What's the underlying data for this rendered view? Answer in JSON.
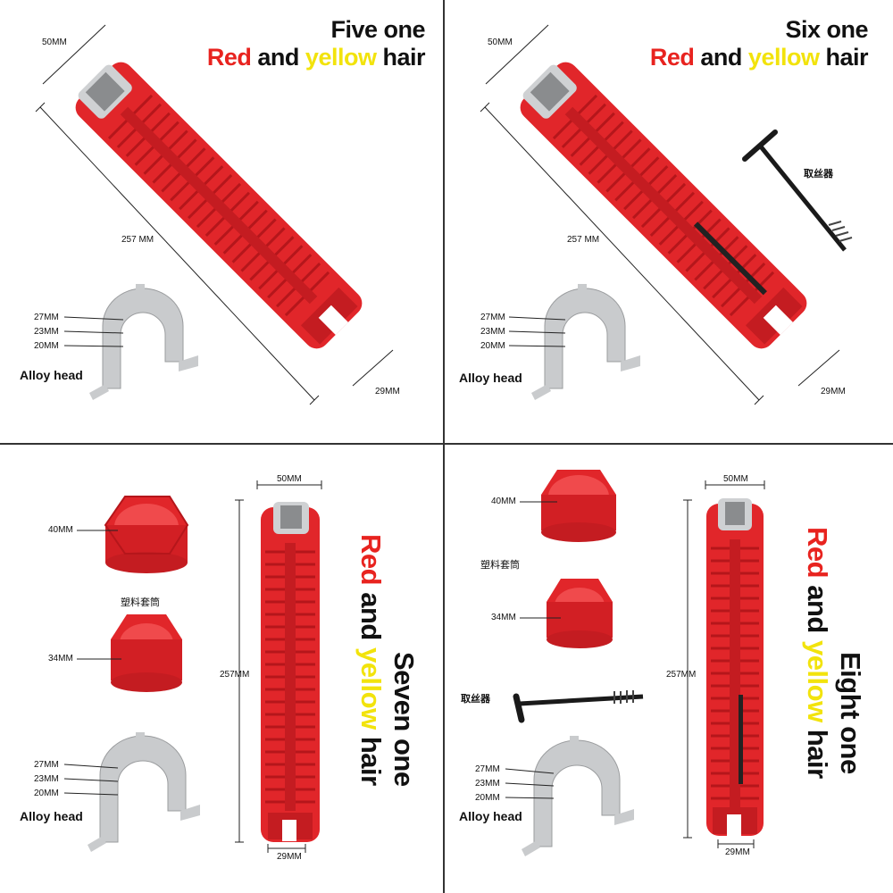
{
  "panels": [
    {
      "title_line1": "Five one",
      "title_red": "Red",
      "title_and": "and",
      "title_yellow": "yellow",
      "title_hair": "hair",
      "dim_top": "50MM",
      "dim_length": "257 MM",
      "dim_bottom": "29MM",
      "ring_27": "27MM",
      "ring_23": "23MM",
      "ring_20": "20MM",
      "alloy_head": "Alloy head"
    },
    {
      "title_line1": "Six one",
      "title_red": "Red",
      "title_and": "and",
      "title_yellow": "yellow",
      "title_hair": "hair",
      "dim_top": "50MM",
      "dim_length": "257 MM",
      "dim_bottom": "29MM",
      "ring_27": "27MM",
      "ring_23": "23MM",
      "ring_20": "20MM",
      "alloy_head": "Alloy head",
      "extractor_label": "取丝器"
    },
    {
      "title_line1": "Seven one",
      "title_red": "Red",
      "title_and": "and",
      "title_yellow": "yellow",
      "title_hair": "hair",
      "dim_top": "50MM",
      "dim_length": "257MM",
      "dim_bottom": "29MM",
      "socket_40": "40MM",
      "socket_34": "34MM",
      "plastic_sleeve": "塑料套筒",
      "ring_27": "27MM",
      "ring_23": "23MM",
      "ring_20": "20MM",
      "alloy_head": "Alloy head"
    },
    {
      "title_line1": "Eight one",
      "title_red": "Red",
      "title_and": "and",
      "title_yellow": "yellow",
      "title_hair": "hair",
      "dim_top": "50MM",
      "dim_length": "257MM",
      "dim_bottom": "29MM",
      "socket_40": "40MM",
      "socket_34": "34MM",
      "plastic_sleeve": "塑料套筒",
      "extractor_label": "取丝器",
      "ring_27": "27MM",
      "ring_23": "23MM",
      "ring_20": "20MM",
      "alloy_head": "Alloy head"
    }
  ],
  "colors": {
    "wrench_red": "#e1262a",
    "title_red": "#e8231f",
    "title_yellow": "#f2e30c",
    "alloy": "#c9cbcd"
  }
}
